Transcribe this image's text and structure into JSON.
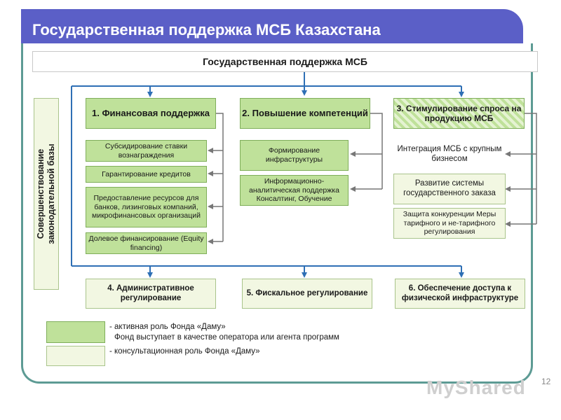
{
  "title": "Государственная поддержка МСБ Казахстана",
  "banner": "Государственная поддержка МСБ",
  "vertical_label_line1": "Совершенствование",
  "vertical_label_line2": "законодательной базы",
  "col1": {
    "head": "1. Финансовая поддержка",
    "items": [
      "Субсидирование ставки вознаграждения",
      "Гарантирование кредитов",
      "Предоставление ресурсов для банков, лизинговых компаний, микрофинансовых организаций",
      "Долевое финансирование (Equity financing)"
    ]
  },
  "col2": {
    "head": "2. Повышение компетенций",
    "items": [
      "Формирование инфраструктуры",
      "Информационно-аналитическая поддержка Консалтинг, Обучение"
    ]
  },
  "col3": {
    "head": "3. Стимулирование спроса на продукцию МСБ",
    "items": [
      "Интеграция МСБ с крупным бизнесом",
      "Развитие системы государственного заказа",
      "Защита конкуренции Меры тарифного и не-тарифного регулирования"
    ]
  },
  "bottom": [
    "4. Административное регулирование",
    "5. Фискальное регулирование",
    "6. Обеспечение доступа к физической инфраструктуре"
  ],
  "legend": {
    "active_line1": "- активная роль Фонда «Даму»",
    "active_line2": "Фонд выступает в качестве оператора или агента программ",
    "consult": "- консультационная роль Фонда «Даму»"
  },
  "page_number": "12",
  "watermark": "MyShared",
  "colors": {
    "header": "#5b5fc7",
    "active_fill": "#bfe19a",
    "consult_fill": "#f2f7e2",
    "line_blue": "#2e6fb5",
    "frame": "#5d9b94"
  }
}
